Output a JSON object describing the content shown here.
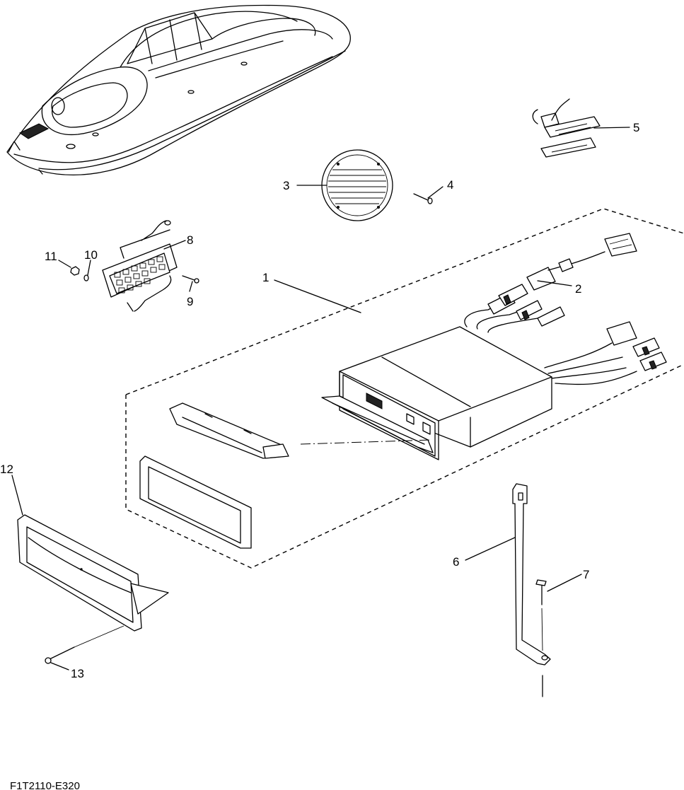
{
  "figure_code": "F1T2110-E320",
  "callouts": [
    {
      "label": "1"
    },
    {
      "label": "2"
    },
    {
      "label": "3"
    },
    {
      "label": "4"
    },
    {
      "label": "5"
    },
    {
      "label": "6"
    },
    {
      "label": "7"
    },
    {
      "label": "8"
    },
    {
      "label": "9"
    },
    {
      "label": "10"
    },
    {
      "label": "11"
    },
    {
      "label": "12"
    },
    {
      "label": "13"
    }
  ]
}
